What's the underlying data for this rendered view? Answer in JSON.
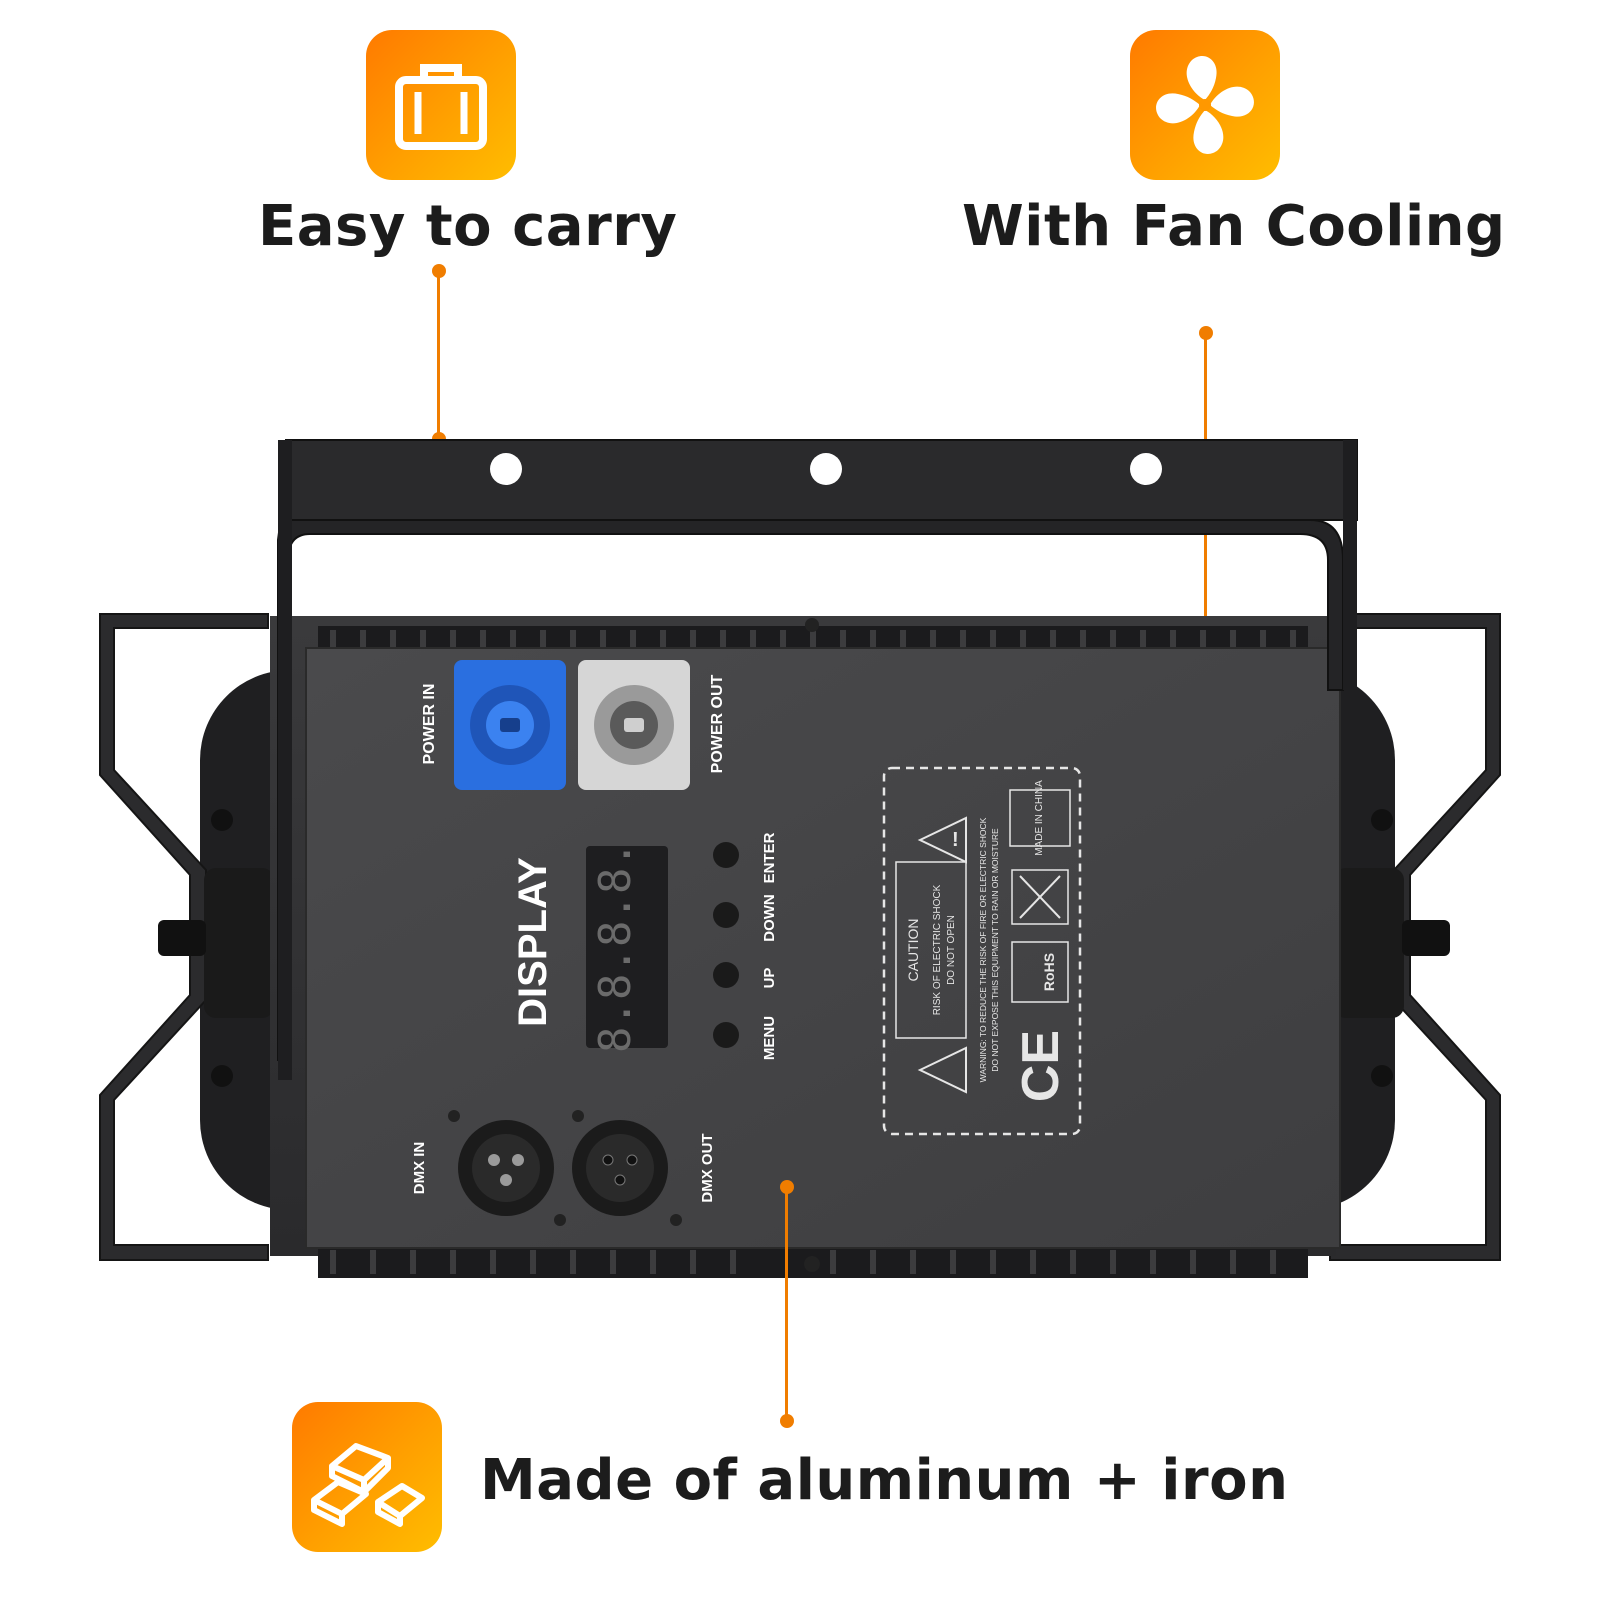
{
  "features": {
    "carry": {
      "label": "Easy to carry",
      "icon": "briefcase-icon"
    },
    "fan": {
      "label": "With Fan Cooling",
      "icon": "fan-icon"
    },
    "material": {
      "label": "Made of aluminum + iron",
      "icon": "metal-ingot-icon"
    }
  },
  "panel": {
    "power_in": "POWER IN",
    "power_out": "POWER OUT",
    "display": "DISPLAY",
    "display_digits": "8.8.8.8.",
    "buttons": [
      "ENTER",
      "DOWN",
      "UP",
      "MENU"
    ],
    "dmx_in": "DMX IN",
    "dmx_out": "DMX OUT",
    "caution_title": "CAUTION",
    "caution_line1": "RISK OF ELECTRIC SHOCK",
    "caution_line2": "DO NOT OPEN",
    "warning_line1": "WARNING: TO REDUCE THE RISK OF FIRE OR ELECTRIC SHOCK",
    "warning_line2": "DO NOT EXPOSE THIS EQUIPMENT TO RAIN OR MOISTURE",
    "made_in": "MADE IN CHINA",
    "rohs": "RoHS",
    "ce": "CE"
  },
  "colors": {
    "accent": "#f07d00",
    "icon_gradient_start": "#ff7a00",
    "icon_gradient_end": "#ffbd00",
    "power_in_connector": "#2a6fe0",
    "power_out_connector": "#d6d6d6"
  }
}
